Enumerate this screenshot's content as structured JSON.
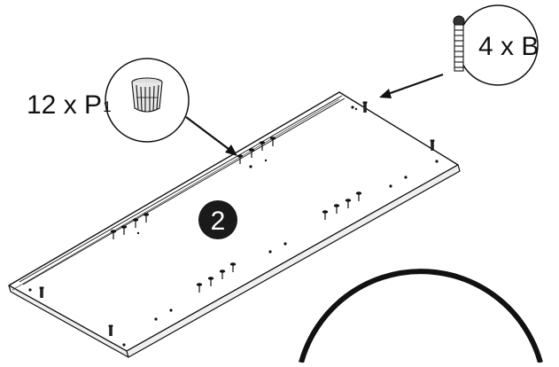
{
  "callouts": {
    "p1": {
      "quantity": "12 x ",
      "letter": "P",
      "subscript": "1"
    },
    "b": {
      "label": "4 x B"
    }
  },
  "step": {
    "number": "2"
  }
}
